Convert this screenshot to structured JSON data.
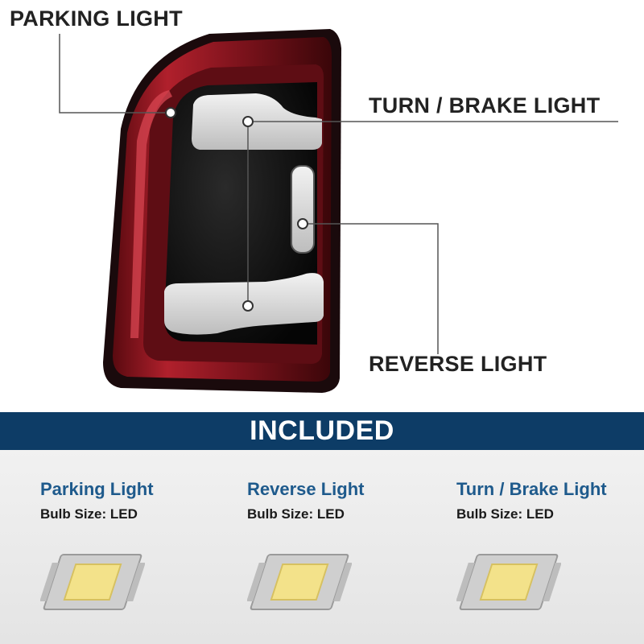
{
  "callouts": {
    "parking": "PARKING LIGHT",
    "turn_brake": "TURN / BRAKE LIGHT",
    "reverse": "REVERSE LIGHT"
  },
  "banner": {
    "title": "INCLUDED"
  },
  "items": [
    {
      "title": "Parking Light",
      "subtitle": "Bulb Size: LED"
    },
    {
      "title": "Reverse Light",
      "subtitle": "Bulb Size: LED"
    },
    {
      "title": "Turn / Brake Light",
      "subtitle": "Bulb Size: LED"
    }
  ],
  "colors": {
    "banner_bg": "#0d3c66",
    "item_title": "#1e5a8c",
    "lens_red": "#8e1620",
    "led_yellow": "#f3e28a"
  }
}
